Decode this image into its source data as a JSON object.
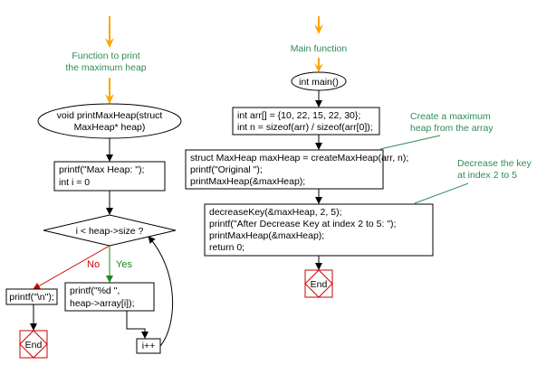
{
  "colors": {
    "entry_arrow": "#ffa500",
    "note_text": "#2e8b57",
    "note_line": "#2e8b57",
    "no_branch": "#cc0000",
    "yes_branch": "#1a8a1a",
    "end_border": "#cc0000",
    "box_border": "#000000"
  },
  "left": {
    "note": [
      "Function to print",
      "the maximum heap"
    ],
    "function_header": [
      "void printMaxHeap(struct",
      "MaxHeap* heap)"
    ],
    "init_box": [
      "printf(\"Max Heap: \");",
      "int i = 0"
    ],
    "decision": "i < heap->size ?",
    "no_label": "No",
    "yes_label": "Yes",
    "newline_box": "printf(\"\\n\");",
    "print_box": [
      "printf(\"%d \",",
      "heap->array[i]);"
    ],
    "increment_box": "i++",
    "end_label": "End"
  },
  "right": {
    "note": "Main function",
    "main_header": "int main()",
    "array_box": [
      "int arr[] = {10, 22, 15, 22, 30};",
      "int n = sizeof(arr) / sizeof(arr[0]);"
    ],
    "create_note": [
      "Create a maximum",
      "heap from the array"
    ],
    "heap_box": [
      "struct MaxHeap maxHeap = createMaxHeap(arr, n);",
      "printf(\"Original \");",
      "printMaxHeap(&maxHeap);"
    ],
    "decrease_note": [
      "Decrease the key",
      "at index 2 to 5"
    ],
    "decrease_box": [
      "decreaseKey(&maxHeap, 2, 5);",
      "printf(\"After Decrease Key at index 2 to 5: \");",
      "printMaxHeap(&maxHeap);",
      "return 0;"
    ],
    "end_label": "End"
  }
}
